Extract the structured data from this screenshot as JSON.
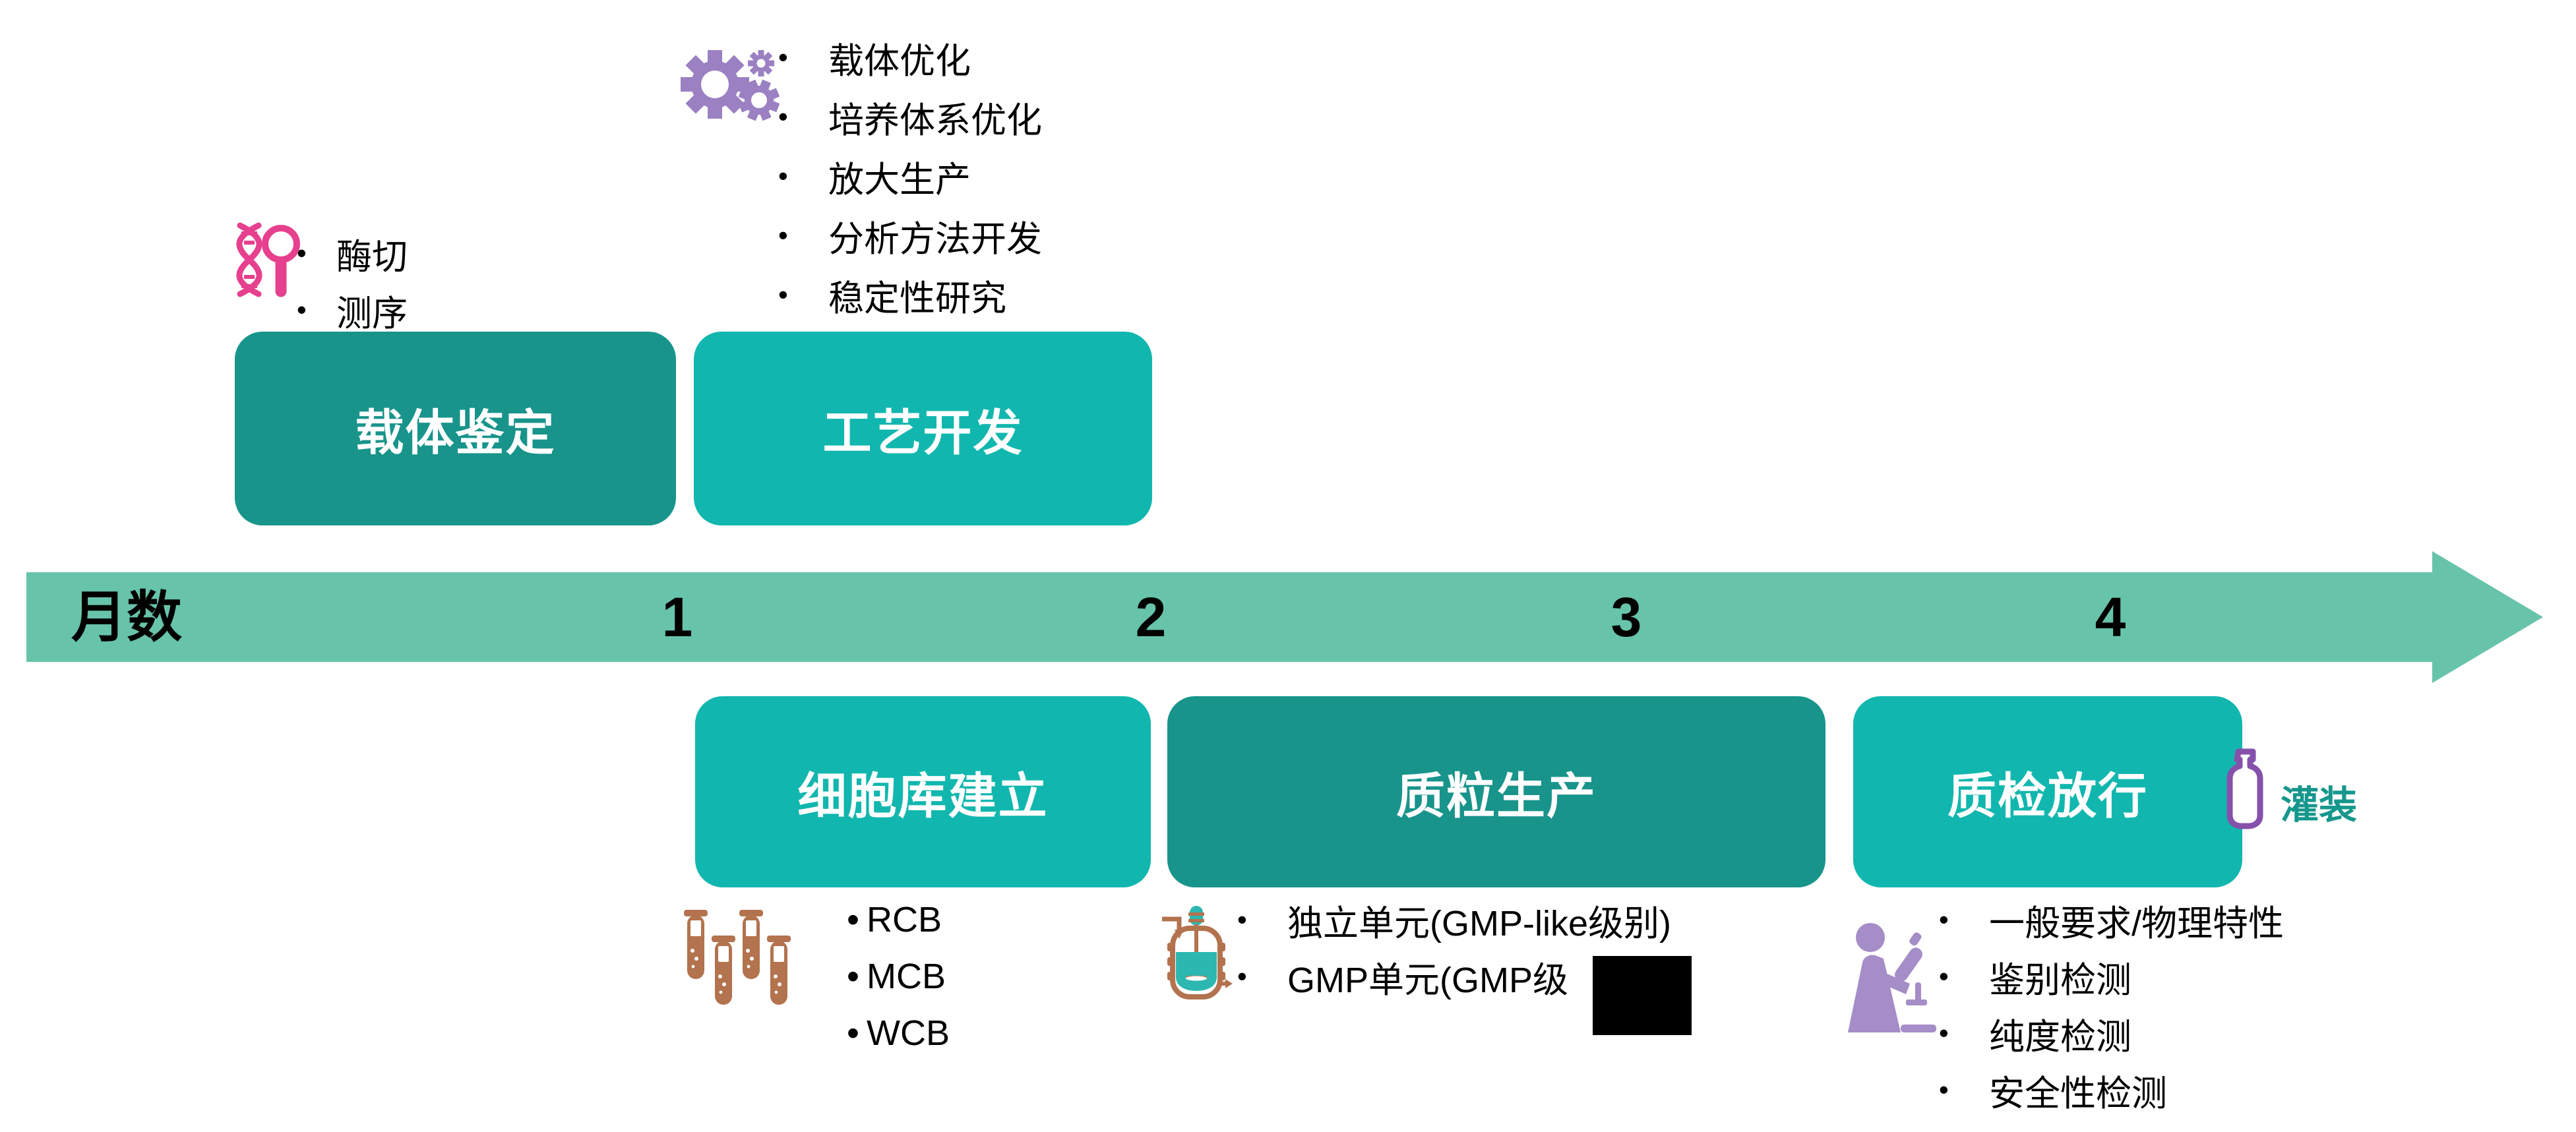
{
  "colors": {
    "phase_dark_teal": "#18948b",
    "phase_light_teal": "#11b7ae",
    "timeline_green": "#67c3a9",
    "dna_pink": "#e6408e",
    "gear_purple": "#9b80c2",
    "tube_brown": "#b2734e",
    "reactor_teal": "#2cb8b0",
    "person_purple": "#a58dc8",
    "vial_purple": "#8551ab",
    "filling_teal": "#16978c",
    "redaction": "#000000"
  },
  "timeline": {
    "axis_label": "月数",
    "ticks": [
      "1",
      "2",
      "3",
      "4"
    ]
  },
  "phases": {
    "top": [
      {
        "label": "载体鉴定"
      },
      {
        "label": "工艺开发"
      }
    ],
    "bottom": [
      {
        "label": "细胞库建立"
      },
      {
        "label": "质粒生产"
      },
      {
        "label": "质检放行"
      }
    ]
  },
  "annotations": {
    "vector_identification": {
      "icon": "dna-magnifier-icon",
      "items": [
        "酶切",
        "测序"
      ]
    },
    "process_development": {
      "icon": "gears-icon",
      "items": [
        "载体优化",
        "培养体系优化",
        "放大生产",
        "分析方法开发",
        "稳定性研究"
      ]
    },
    "cell_banking": {
      "icon": "test-tubes-icon",
      "items": [
        "RCB",
        "MCB",
        "WCB"
      ]
    },
    "plasmid_production": {
      "icon": "bioreactor-icon",
      "items": [
        "独立单元(GMP-like级别)",
        "GMP单元(GMP级"
      ],
      "item_2_redacted": "true"
    },
    "qc_release": {
      "icon": "microscope-person-icon",
      "items": [
        "一般要求/物理特性",
        "鉴别检测",
        "纯度检测",
        "安全性检测"
      ]
    },
    "filling": {
      "icon": "vial-icon",
      "label": "灌装"
    }
  }
}
